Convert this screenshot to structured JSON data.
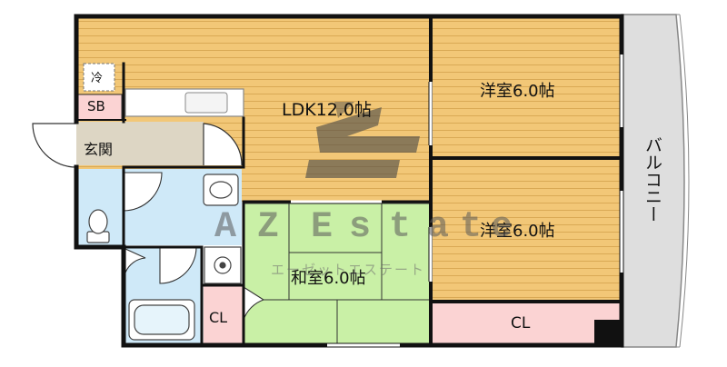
{
  "rooms": {
    "ldk": "LDK12.0帖",
    "western_room_1": "洋室6.0帖",
    "western_room_2": "洋室6.0帖",
    "japanese_room": "和室6.0帖",
    "entrance": "玄関",
    "shoe_box": "SB",
    "fridge": "冷",
    "closet_1": "CL",
    "closet_2": "CL",
    "balcony": "バルコニー"
  },
  "watermark": {
    "letters": [
      "A",
      "Z",
      "E",
      "s",
      "t",
      "a",
      "t",
      "e"
    ],
    "kana": "エーゼットエステート"
  },
  "colors": {
    "wood_floor": "#f2c777",
    "wood_stripe": "#d9a955",
    "tatami": "#c9f0a6",
    "wet_area": "#cfe9f8",
    "entrance_floor": "#ddd6c4",
    "closet": "#fbd3d3",
    "balcony": "#dedede",
    "wall": "#111111"
  }
}
